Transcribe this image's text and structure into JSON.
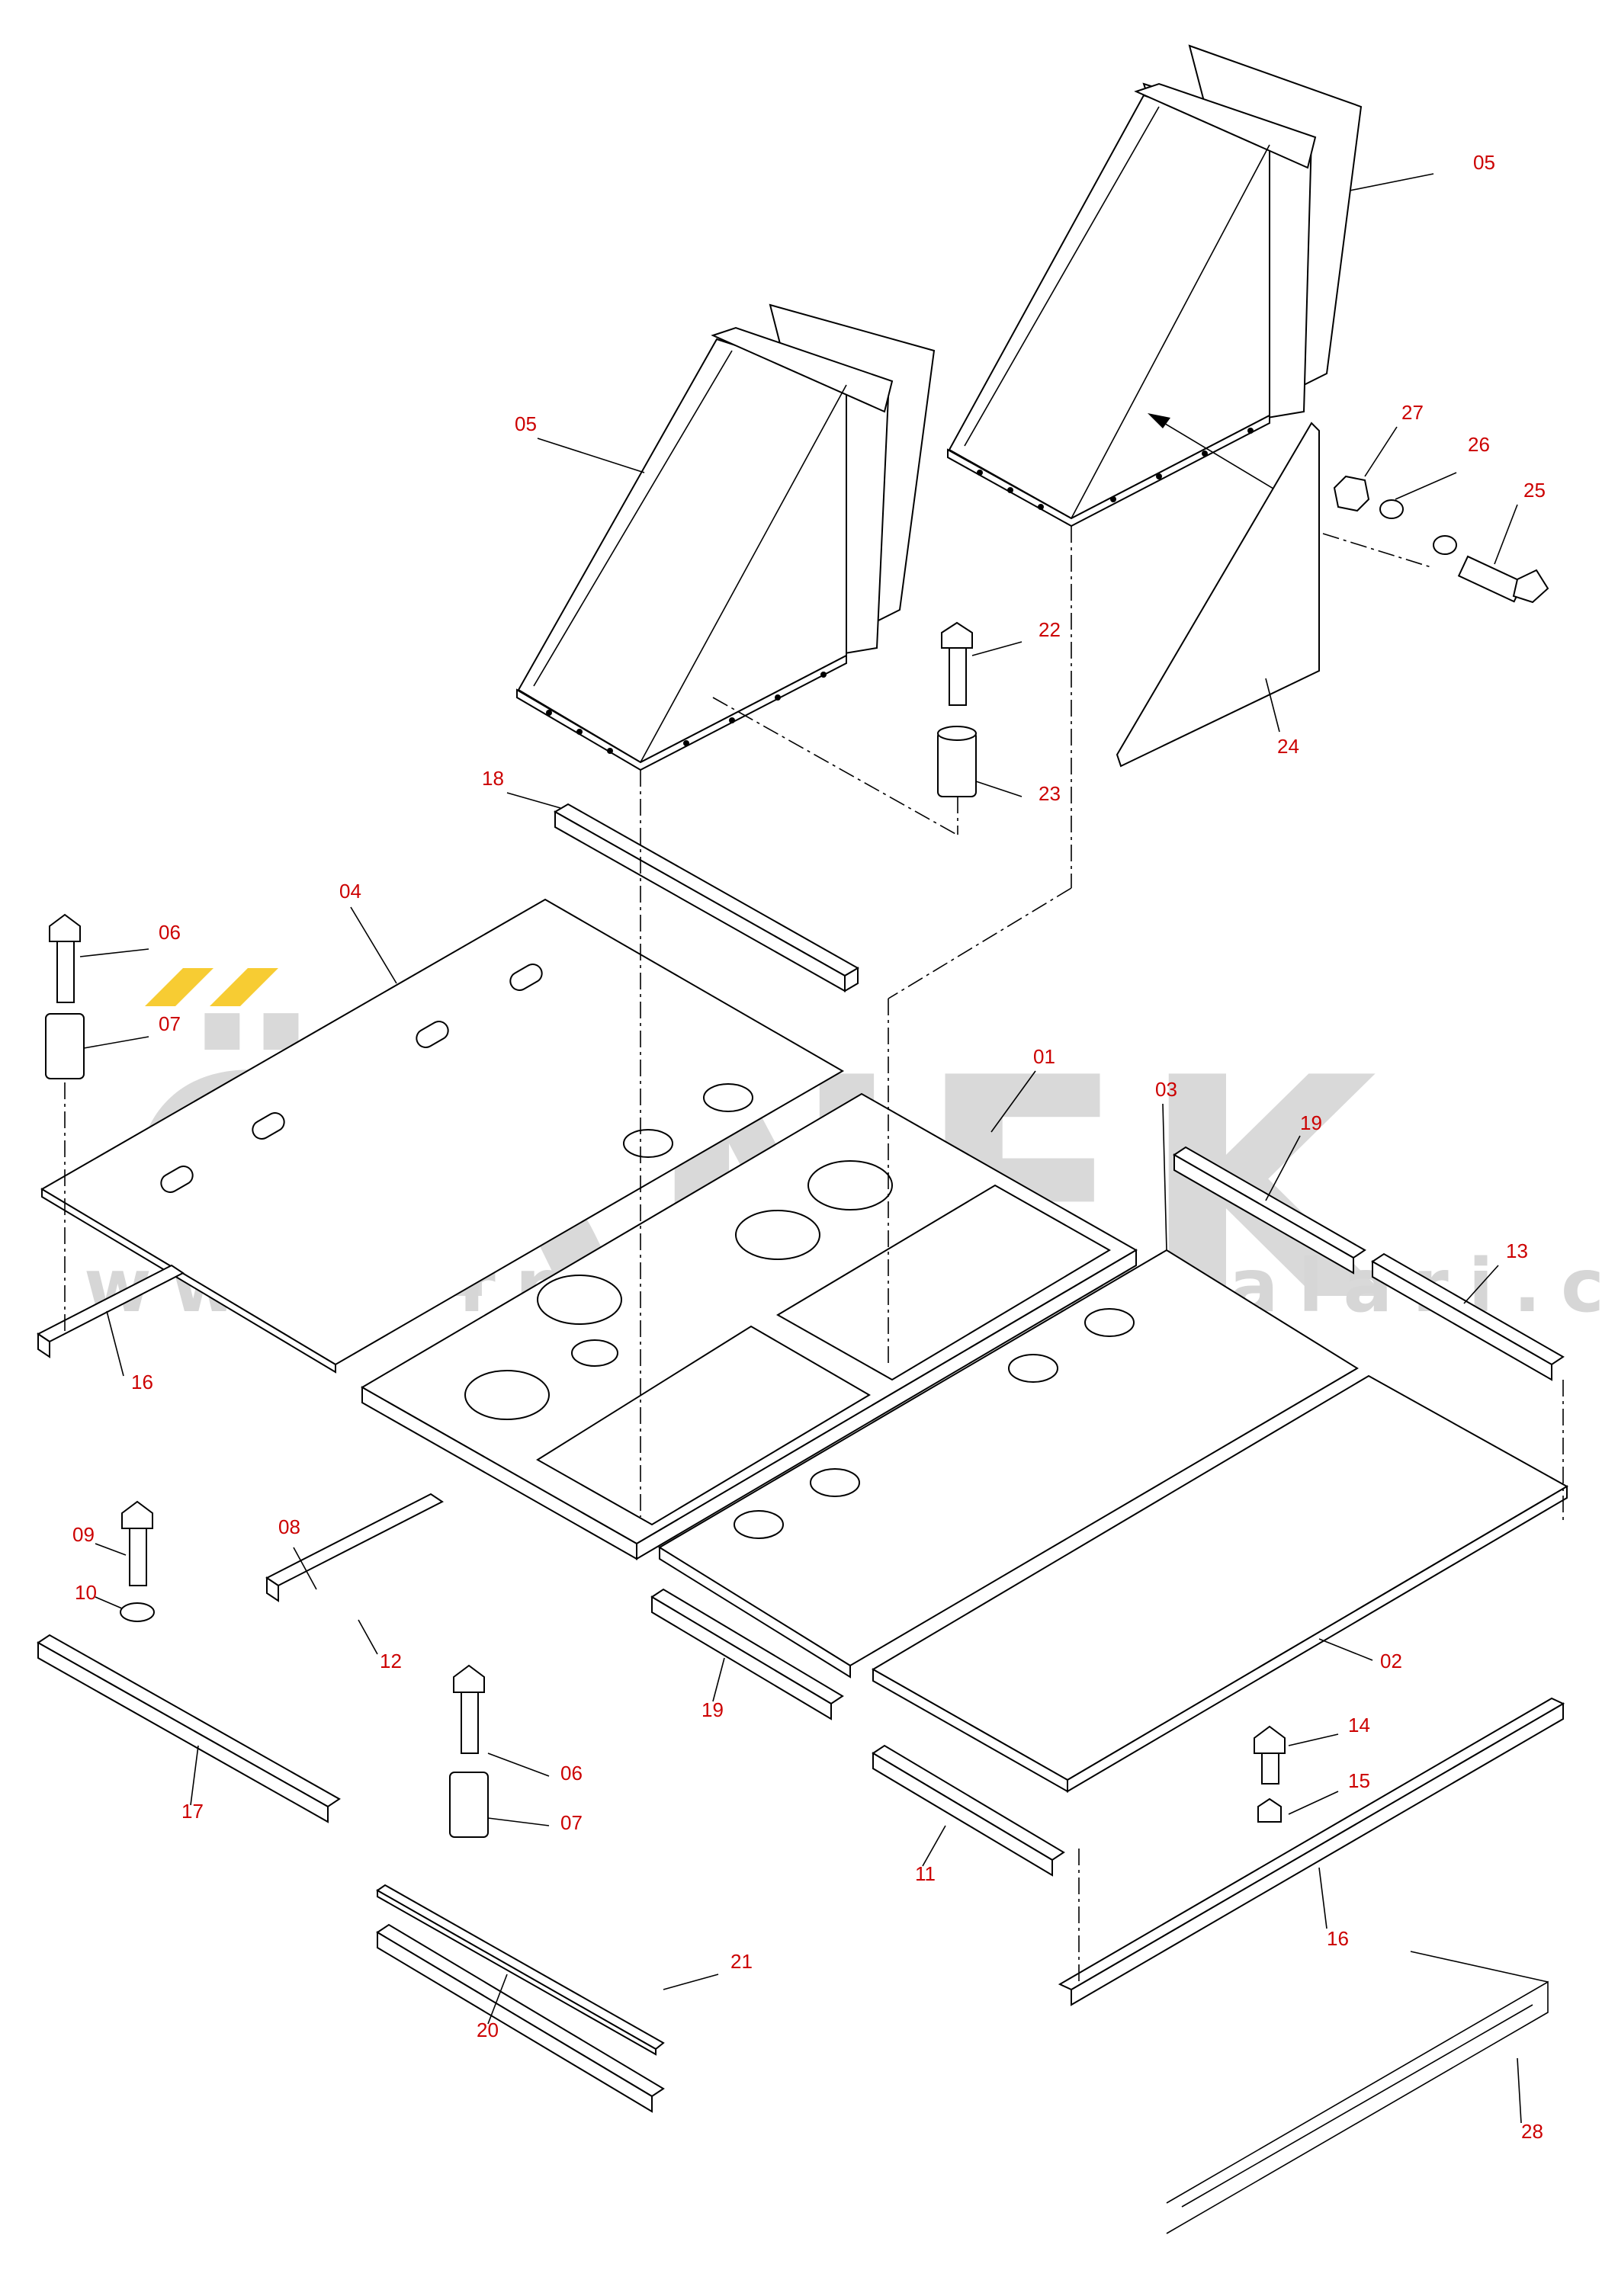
{
  "watermark": {
    "brand": "ÖRNEK",
    "url": "www.orneklismakinalari.com.tr",
    "accent": "#f5c518"
  },
  "label_color": "#cc0000",
  "line_color": "#000000",
  "parts": [
    {
      "key": "p05a",
      "num": "05"
    },
    {
      "key": "p05b",
      "num": "05"
    },
    {
      "key": "p27",
      "num": "27"
    },
    {
      "key": "p26",
      "num": "26"
    },
    {
      "key": "p25",
      "num": "25"
    },
    {
      "key": "p22",
      "num": "22"
    },
    {
      "key": "p23",
      "num": "23"
    },
    {
      "key": "p24",
      "num": "24"
    },
    {
      "key": "p18",
      "num": "18"
    },
    {
      "key": "p04",
      "num": "04"
    },
    {
      "key": "p06a",
      "num": "06"
    },
    {
      "key": "p07a",
      "num": "07"
    },
    {
      "key": "p01",
      "num": "01"
    },
    {
      "key": "p03",
      "num": "03"
    },
    {
      "key": "p19a",
      "num": "19"
    },
    {
      "key": "p13",
      "num": "13"
    },
    {
      "key": "p16a",
      "num": "16"
    },
    {
      "key": "p08",
      "num": "08"
    },
    {
      "key": "p09",
      "num": "09"
    },
    {
      "key": "p10",
      "num": "10"
    },
    {
      "key": "p12",
      "num": "12"
    },
    {
      "key": "p17",
      "num": "17"
    },
    {
      "key": "p19b",
      "num": "19"
    },
    {
      "key": "p02",
      "num": "02"
    },
    {
      "key": "p14",
      "num": "14"
    },
    {
      "key": "p15",
      "num": "15"
    },
    {
      "key": "p06b",
      "num": "06"
    },
    {
      "key": "p07b",
      "num": "07"
    },
    {
      "key": "p11",
      "num": "11"
    },
    {
      "key": "p16b",
      "num": "16"
    },
    {
      "key": "p21",
      "num": "21"
    },
    {
      "key": "p20",
      "num": "20"
    },
    {
      "key": "p28",
      "num": "28"
    }
  ]
}
